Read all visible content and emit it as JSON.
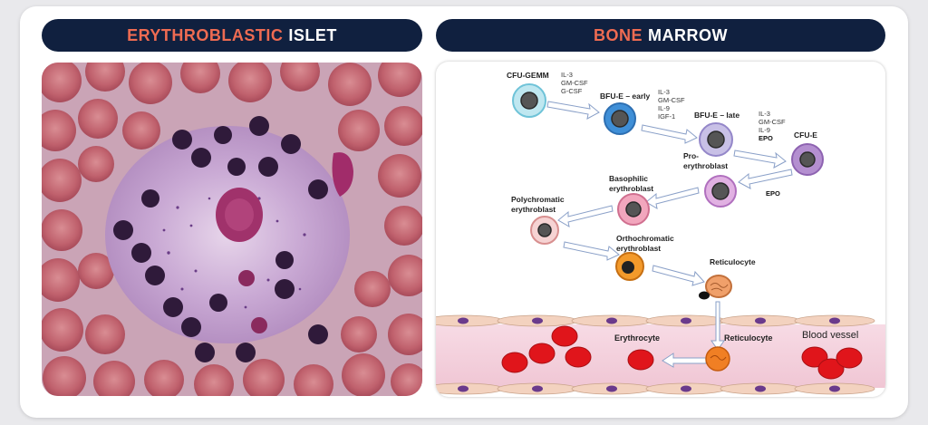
{
  "header_left": {
    "accent": "ERYTHROBLASTIC",
    "rest": "ISLET"
  },
  "header_right": {
    "accent": "BONE",
    "rest": "MARROW"
  },
  "stages": {
    "cfu_gemm": "CFU-GEMM",
    "bfu_early": "BFU-E – early",
    "bfu_late": "BFU-E – late",
    "cfu_e": "CFU-E",
    "pro_1": "Pro-",
    "pro_2": "erythroblast",
    "baso_1": "Basophilic",
    "baso_2": "erythroblast",
    "poly_1": "Polychromatic",
    "poly_2": "erythroblast",
    "ortho_1": "Orthochromatic",
    "ortho_2": "erythroblast",
    "reticulocyte": "Reticulocyte"
  },
  "factors": {
    "f1": [
      "IL-3",
      "GM-CSF",
      "G-CSF"
    ],
    "f2": [
      "IL-3",
      "GM-CSF",
      "IL-9",
      "IGF-1"
    ],
    "f3": [
      "IL-3",
      "GM-CSF",
      "IL-9"
    ],
    "f3_bold": "EPO",
    "f4": "EPO"
  },
  "vessel": {
    "erythrocyte": "Erythrocyte",
    "reticulocyte": "Reticulocyte",
    "blood_vessel": "Blood vessel"
  },
  "colors": {
    "header_bg": "#10203f",
    "accent": "#ee6b52",
    "vessel_fill": "#f5d3df",
    "rbc": "#e0151b"
  }
}
